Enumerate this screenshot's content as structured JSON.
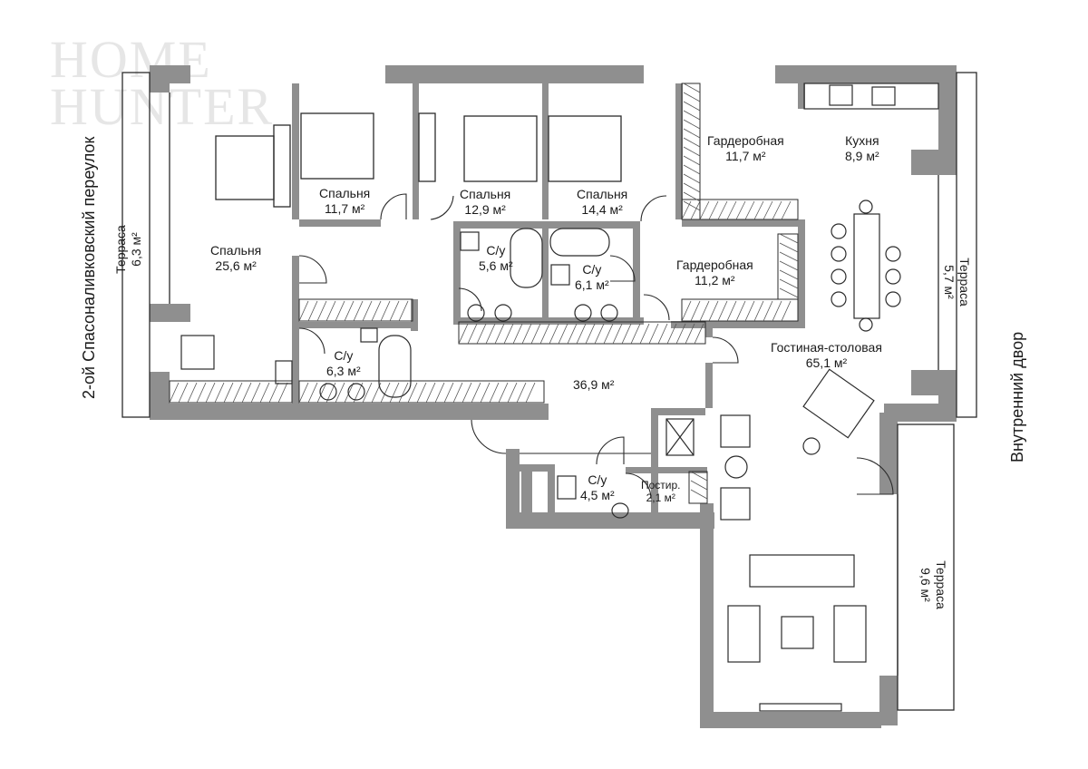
{
  "watermark": {
    "line1": "HOME",
    "line2": "HUNTER"
  },
  "streets": {
    "left": "2-ой Спасоналивковский переулок",
    "right": "Внутренний двор"
  },
  "rooms": {
    "terrace_left": {
      "name": "Терраса",
      "area": "6,3 м²"
    },
    "bedroom_main": {
      "name": "Спальня",
      "area": "25,6 м²"
    },
    "bedroom_2": {
      "name": "Спальня",
      "area": "11,7 м²"
    },
    "bedroom_3": {
      "name": "Спальня",
      "area": "12,9 м²"
    },
    "bedroom_4": {
      "name": "Спальня",
      "area": "14,4 м²"
    },
    "wardrobe_1": {
      "name": "Гардеробная",
      "area": "11,7 м²"
    },
    "kitchen": {
      "name": "Кухня",
      "area": "8,9 м²"
    },
    "bath_1": {
      "name": "С/у",
      "area": "5,6 м²"
    },
    "bath_2": {
      "name": "С/у",
      "area": "6,1 м²"
    },
    "wardrobe_2": {
      "name": "Гардеробная",
      "area": "11,2 м²"
    },
    "terrace_right": {
      "name": "Терраса",
      "area": "5,7 м²"
    },
    "bath_3": {
      "name": "С/у",
      "area": "6,3 м²"
    },
    "hall": {
      "name": "",
      "area": "36,9 м²"
    },
    "living": {
      "name": "Гостиная-столовая",
      "area": "65,1 м²"
    },
    "bath_4": {
      "name": "С/у",
      "area": "4,5 м²"
    },
    "laundry": {
      "name": "Постир.",
      "area": "2,1 м²"
    },
    "terrace_bottom": {
      "name": "Терраса",
      "area": "9,6 м²"
    }
  },
  "colors": {
    "wall": "#8f8f8f",
    "line": "#2b2b2b",
    "background": "#ffffff"
  }
}
